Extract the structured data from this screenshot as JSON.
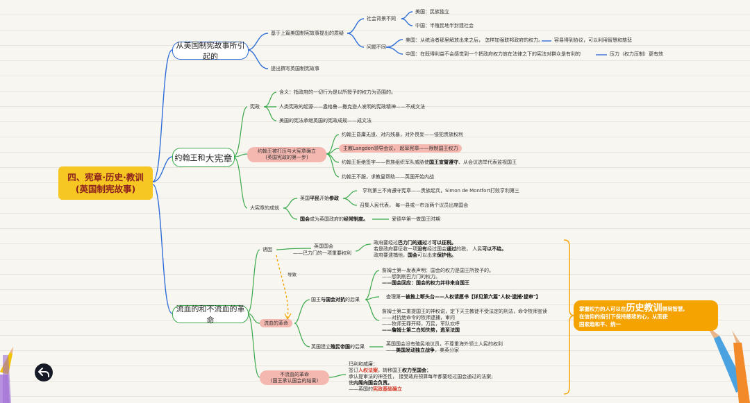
{
  "root": {
    "line1": "四、宪章·历史·教训",
    "line2": "(英国制宪故事)"
  },
  "b1": {
    "title": "从美国制宪故事所引起的",
    "n1": "基于上篇美国制宪故事提出的质疑",
    "n1a": "社会背景不同",
    "n1a1": "美国：民族独立",
    "n1a2": "中国：半殖民地半封建社会",
    "n1b": "问题不同",
    "n1b1": "美国：从统治者那里解放出来之后， 怎样加强联邦政府的权力。",
    "n1b1r": "容易得到协议，可以利用智慧和慈悲",
    "n1b2": "中国：在既得利益不会感觉到一个把政府权力放在法律之下的宪法对群众是有利的",
    "n1b2r": "压力（权力压制）更有效",
    "n2": "提出撰写英国制宪故事"
  },
  "b2": {
    "title_a": "约翰王和",
    "title_b": "大宪章",
    "xz": "宪政",
    "xz1": "含义：指政府的一切行为是以所授予的权力为范围的。",
    "xz2": "人类宪政的起源——盎格鲁—撒克逊人发明的宪政精神——不成文法",
    "xz3": "美国的宪法承继英国的宪政成规——成文法",
    "p1a": "约翰王被打压与大宪章确立",
    "p1b": "(英国宪政的第一步)",
    "y1": "约翰王昏庸无道、对内残暴，对外畏妄——侵犯贵族权利",
    "y2": "主教Langdon领导会议， 起草宪章——限制国王权力",
    "y3a": "约翰王拒绝签字——贵族组织军队威胁使",
    "y3b": "国王宣誓遵守",
    "y3c": "、从会议选举代表监视国王",
    "y4": "约翰王不服，求教皇帮助——英国开始内战",
    "cj": "大宪章的成就",
    "c1a": "英国",
    "c1b": "平民",
    "c1c": "开始",
    "c1d": "参政",
    "c1x": "亨利第三不肯遵守宪章——贵族起兵，Simon de Montfort打败亨利第三",
    "c1y": "召集人民代表， 每一县或一市派两个议员出席国会",
    "c2a": "国会",
    "c2b": "成为英国政府的",
    "c2c": "经常制度。",
    "c2r": "爱德华第一做国王时期"
  },
  "b3": {
    "title": "流血的和不流血的革命",
    "yy": "诱因",
    "gh1": "英国国会",
    "gh2": "——巴力门的一项重要权利",
    "gr1a": "政府要经过",
    "gr1b": "巴力门的通过",
    "gr1c": "才",
    "gr1d": "可以征税。",
    "gr2a": "若是政府要征收一项",
    "gr2b": "没有",
    "gr2c": "经过国会",
    "gr2d": "通过",
    "gr2e": "的税， 人民",
    "gr2f": "可以不给。",
    "gr3a": "政府要逮捕他，",
    "gr3b": "国会",
    "gr3c": "可以出来",
    "gr3d": "保护他。",
    "dz": "导致",
    "lx": "流血的革命",
    "dk_a": "国王",
    "dk_b": "与",
    "dk_c": "国会对抗",
    "dk_d": "的后果",
    "z1": "詹姆士第一发表声明：国会的权力是国王所授予的。",
    "z2": "——想剥削巴力门的权力。",
    "z3": "——国会回应：国会的权力并非来自国王",
    "z4a": "查理第一",
    "z4b": "被推上断头台——人权请愿书",
    "z4c": "【详见第六篇\"人权·逮捕·提审\"】",
    "z5": "詹姆士第二重提国王的神权说，定下天主教徒不受法定的刑法，命令牧师宣读",
    "z6": "——对抗绝命令的牧师逮捕，审问",
    "z7": "——牧师无罪开释，万民，军队欢呼",
    "z8": "——詹姆士第二白知失势，逃至法国",
    "zm_a": "英国建立",
    "zm_b": "殖民帝国",
    "zm_c": "的后果",
    "zm1": "英国国会没有殖民地议员，不尊重海外领土人民的权利",
    "zm2a": "——",
    "zm2b": "美国发动独立战争",
    "zm2c": "，美英分家",
    "bl1": "不流血的革命",
    "bl2": "(国王承认国会的结果)",
    "w1": "玛利和威廉：",
    "w2a": "签订",
    "w2b": "人权法案",
    "w2c": "，转移国王",
    "w2d": "权力至国会",
    "w2e": "；",
    "w3": "承认提审法的神圣性， 接受政府预算每年都要经过国会通过的法案;",
    "w4": "使",
    "w4b": "内阁向国会负责。",
    "w5a": "——英国的",
    "w5b": "宪政基础确立"
  },
  "summary": {
    "p1": "掌握权力的人可以在",
    "p2": "历史教训",
    "p3": "得到智慧,",
    "p4": "在信仰的指引下保持慈悲的心，从而使",
    "p5": "国家趋和平、统一"
  },
  "colors": {
    "blue": "#2f6ed8",
    "green": "#3aa84a",
    "orange": "#f5a300",
    "root": "#f6c623",
    "pill": "#f4b8b0",
    "accent_red": "#d43a2a"
  },
  "icons": {
    "back": "back-arrow-icon",
    "pencil": "pencil-icon"
  }
}
